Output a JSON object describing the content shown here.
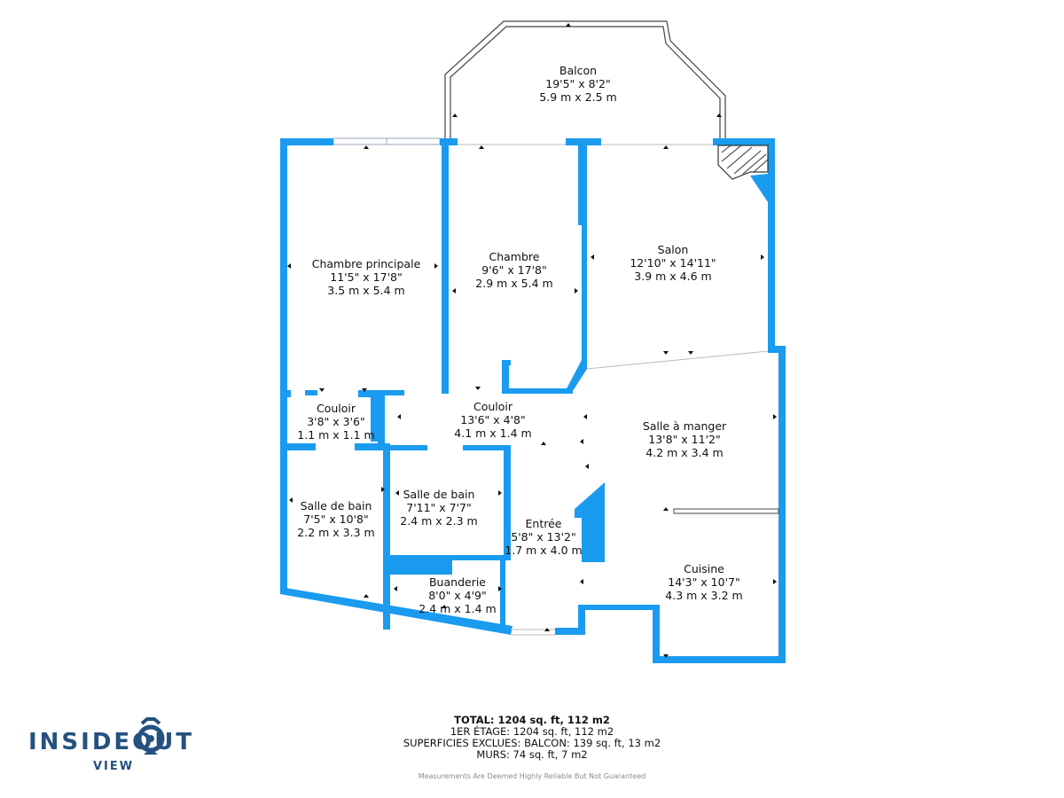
{
  "rooms": {
    "balcon": {
      "name": "Balcon",
      "imperial": "19'5\" x 8'2\"",
      "metric": "5.9 m x 2.5 m"
    },
    "chambre_principale": {
      "name": "Chambre principale",
      "imperial": "11'5\" x 17'8\"",
      "metric": "3.5 m x 5.4 m"
    },
    "chambre": {
      "name": "Chambre",
      "imperial": "9'6\" x 17'8\"",
      "metric": "2.9 m x 5.4 m"
    },
    "salon": {
      "name": "Salon",
      "imperial": "12'10\" x 14'11\"",
      "metric": "3.9 m x 4.6 m"
    },
    "couloir_small": {
      "name": "Couloir",
      "imperial": "3'8\" x 3'6\"",
      "metric": "1.1 m x 1.1 m"
    },
    "couloir": {
      "name": "Couloir",
      "imperial": "13'6\" x 4'8\"",
      "metric": "4.1 m x 1.4 m"
    },
    "salle_a_manger": {
      "name": "Salle à manger",
      "imperial": "13'8\" x 11'2\"",
      "metric": "4.2 m x 3.4 m"
    },
    "salle_de_bain_1": {
      "name": "Salle de bain",
      "imperial": "7'5\" x 10'8\"",
      "metric": "2.2 m x 3.3 m"
    },
    "salle_de_bain_2": {
      "name": "Salle de bain",
      "imperial": "7'11\" x 7'7\"",
      "metric": "2.4 m x 2.3 m"
    },
    "entree": {
      "name": "Entrée",
      "imperial": "5'8\" x 13'2\"",
      "metric": "1.7 m x 4.0 m"
    },
    "buanderie": {
      "name": "Buanderie",
      "imperial": "8'0\" x 4'9\"",
      "metric": "2.4 m x 1.4 m"
    },
    "cuisine": {
      "name": "Cuisine",
      "imperial": "14'3\" x 10'7\"",
      "metric": "4.3 m x 3.2 m"
    }
  },
  "summary": {
    "total": "TOTAL: 1204 sq. ft, 112 m2",
    "floor": "1ER ÉTAGE: 1204 sq. ft, 112 m2",
    "excluded": "SUPERFICIES EXCLUES: BALCON: 139 sq. ft, 13 m2",
    "walls": "MURS: 74 sq. ft, 7 m2"
  },
  "disclaimer": "Measurements Are Deemed Highly Reliable But Not Guaranteed",
  "logo": {
    "word": "INSIDEOUT",
    "sub": "VIEW"
  },
  "colors": {
    "wall": "#1a9bef",
    "logo": "#24517f",
    "text": "#111111"
  }
}
